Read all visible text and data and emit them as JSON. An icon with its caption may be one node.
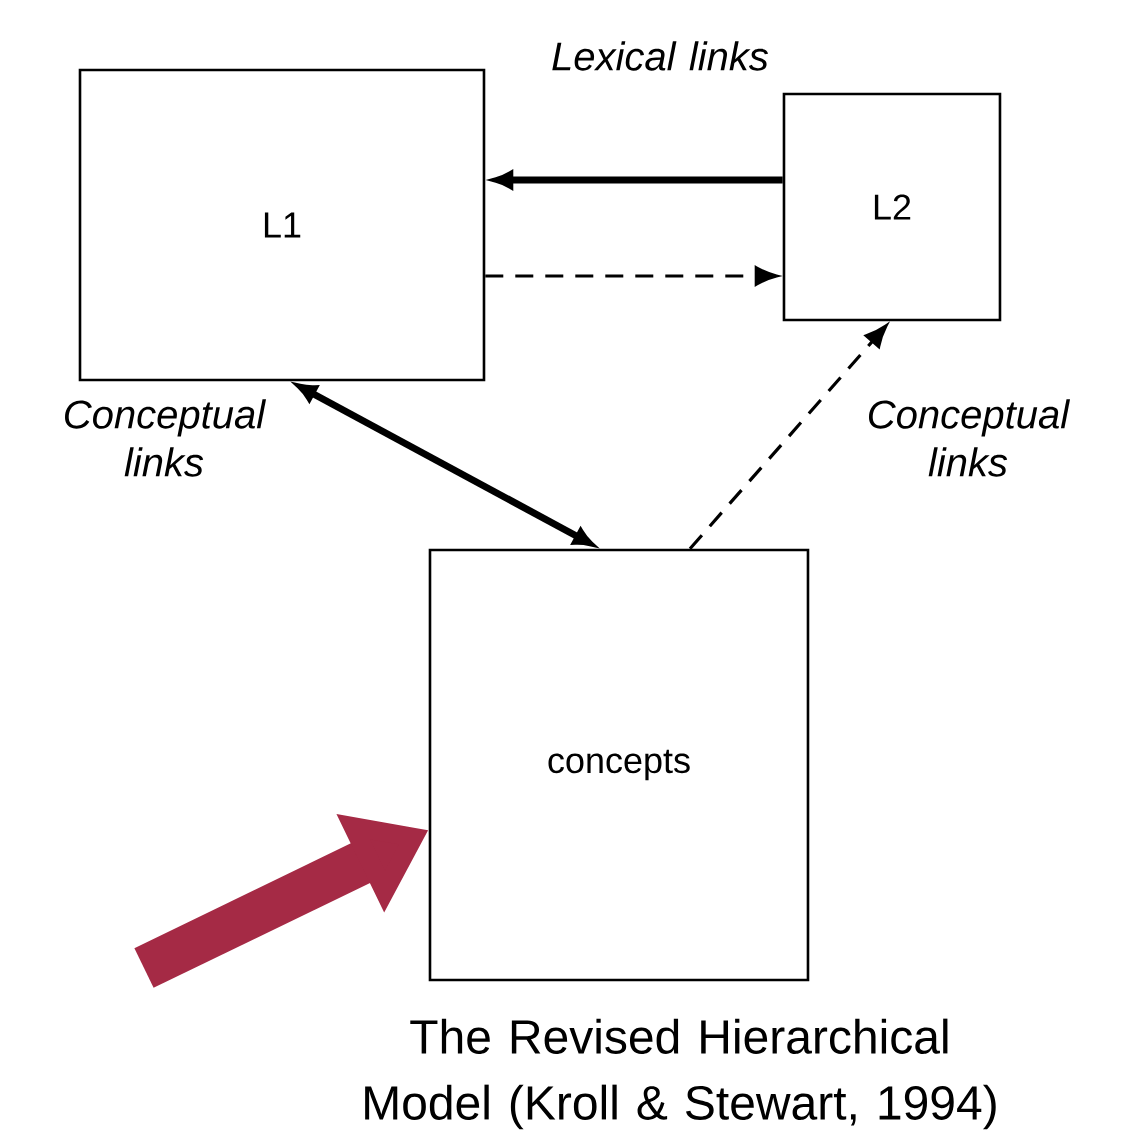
{
  "diagram": {
    "caption": "The Revised Hierarchical Model (Kroll & Stewart, 1994)",
    "nodes": [
      {
        "text": [
          "L1"
        ]
      },
      {
        "text": [
          "L2"
        ]
      },
      {
        "text": [
          "concepts"
        ]
      }
    ],
    "edges": [
      {
        "from": 1,
        "to": 0,
        "arrow": "to",
        "label": "Lexical links"
      },
      {
        "from": 0,
        "to": 1,
        "arrow": "to",
        "style": "dashed"
      },
      {
        "from": 0,
        "to": 2,
        "arrow": "both",
        "label": "Conceptual links"
      },
      {
        "from": 2,
        "to": 1,
        "arrow": "to",
        "style": "dashed",
        "label": "Conceptual links"
      },
      {
        "from": null,
        "to": 2,
        "arrow": "to",
        "style": "thick",
        "color": "#a52a45"
      }
    ]
  }
}
